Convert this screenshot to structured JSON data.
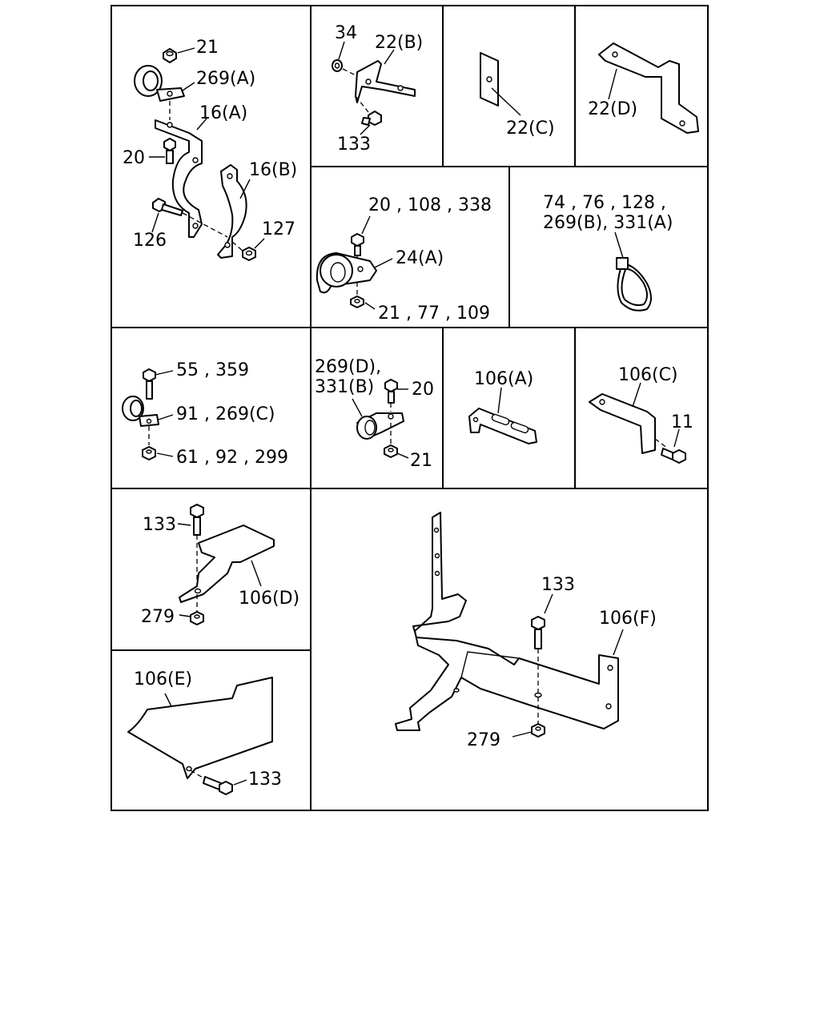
{
  "panels": {
    "p1": {
      "labels": [
        "21",
        "269(A)",
        "16(A)",
        "20",
        "16(B)",
        "126",
        "127"
      ]
    },
    "p2": {
      "labels": [
        "34",
        "22(B)",
        "133"
      ]
    },
    "p3": {
      "labels": [
        "22(C)"
      ]
    },
    "p4": {
      "labels": [
        "22(D)"
      ]
    },
    "p5": {
      "labels": [
        "20 , 108 , 338",
        "24(A)",
        "21 , 77 , 109"
      ]
    },
    "p6": {
      "labels": [
        "74 , 76 , 128 ,",
        "269(B), 331(A)"
      ]
    },
    "p7": {
      "labels": [
        "55 , 359",
        "91 , 269(C)",
        "61 , 92 , 299"
      ]
    },
    "p8": {
      "labels": [
        "269(D),",
        "331(B)",
        "20",
        "21"
      ]
    },
    "p9": {
      "labels": [
        "106(A)"
      ]
    },
    "p10": {
      "labels": [
        "106(C)",
        "11"
      ]
    },
    "p11": {
      "labels": [
        "133",
        "106(D)",
        "279"
      ]
    },
    "p12": {
      "labels": [
        "106(E)",
        "133"
      ]
    },
    "p13": {
      "labels": [
        "133",
        "106(F)",
        "279"
      ]
    }
  }
}
